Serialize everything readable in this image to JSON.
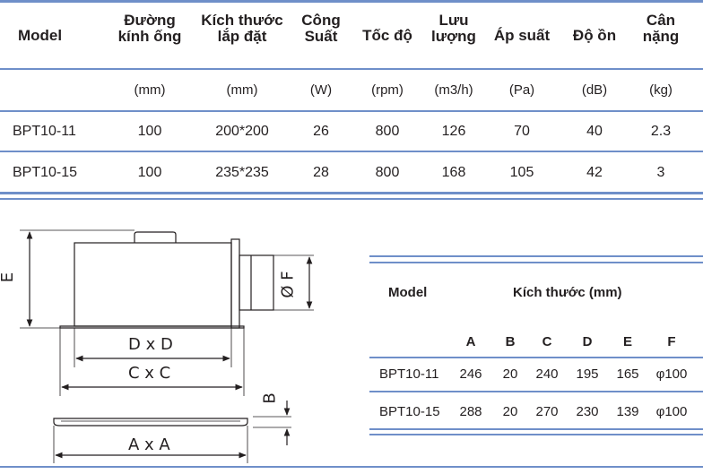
{
  "specs": {
    "headers": {
      "model": "Model",
      "duong_kinh_1": "Đường",
      "duong_kinh_2": "kính ống",
      "kich_thuoc_1": "Kích thước",
      "kich_thuoc_2": "lắp đặt",
      "cong_suat_1": "Công",
      "cong_suat_2": "Suất",
      "toc_do": "Tốc độ",
      "luu_luong_1": "Lưu",
      "luu_luong_2": "lượng",
      "ap_suat": "Áp suất",
      "do_on": "Độ ồn",
      "can_nang_1": "Cân",
      "can_nang_2": "nặng"
    },
    "units": [
      "(mm)",
      "(mm)",
      "(W)",
      "(rpm)",
      "(m3/h)",
      "(Pa)",
      "(dB)",
      "(kg)"
    ],
    "rows": [
      [
        "BPT10-11",
        "100",
        "200*200",
        "26",
        "800",
        "126",
        "70",
        "40",
        "2.3"
      ],
      [
        "BPT10-15",
        "100",
        "235*235",
        "28",
        "800",
        "168",
        "105",
        "42",
        "3"
      ]
    ]
  },
  "diagram": {
    "label_E": "E",
    "label_F": "Ø F",
    "label_D": "D x D",
    "label_C": "C x C",
    "label_B": "B",
    "label_A": "A x A"
  },
  "dimensions": {
    "model_header": "Model",
    "size_header": "Kích thước (mm)",
    "columns": [
      "A",
      "B",
      "C",
      "D",
      "E",
      "F"
    ],
    "rows": [
      [
        "BPT10-11",
        "246",
        "20",
        "240",
        "195",
        "165",
        "φ100"
      ],
      [
        "BPT10-15",
        "288",
        "20",
        "270",
        "230",
        "139",
        "φ100"
      ]
    ]
  },
  "colors": {
    "rule": "#6f8fc9",
    "text": "#231f20",
    "line": "#231f20"
  }
}
